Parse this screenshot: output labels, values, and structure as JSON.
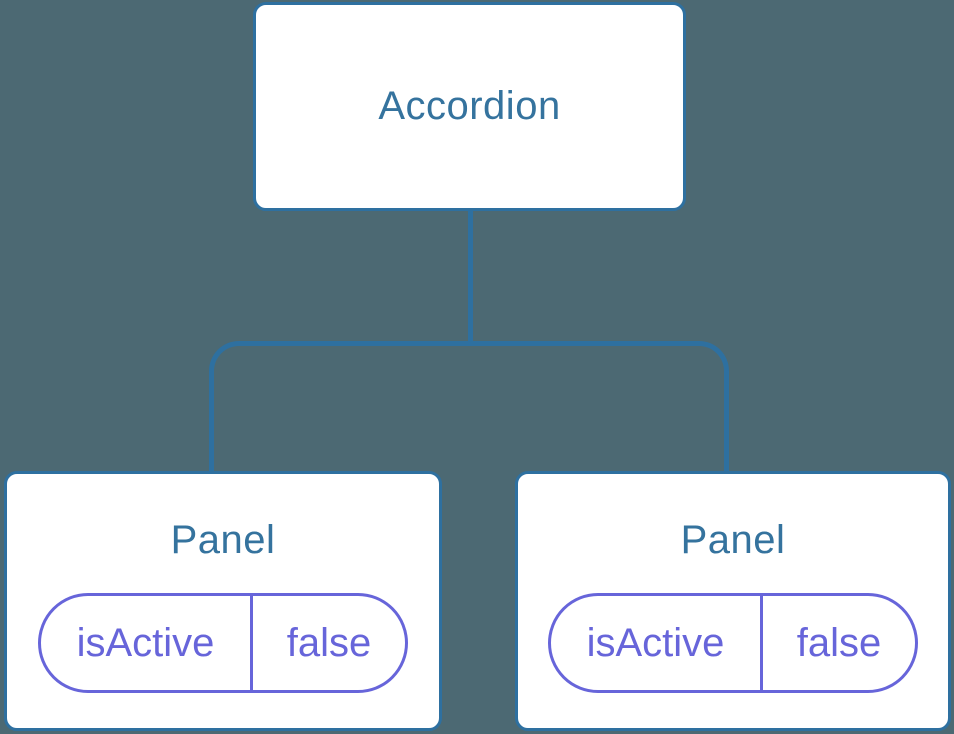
{
  "diagram": {
    "root": {
      "label": "Accordion"
    },
    "children": [
      {
        "label": "Panel",
        "state": {
          "name": "isActive",
          "value": "false"
        }
      },
      {
        "label": "Panel",
        "state": {
          "name": "isActive",
          "value": "false"
        }
      }
    ]
  },
  "colors": {
    "background": "#4C6973",
    "node_fill": "#FFFFFF",
    "node_border": "#2E70A0",
    "node_text": "#35739E",
    "connector": "#2E70A0",
    "state_accent": "#6765DA"
  }
}
